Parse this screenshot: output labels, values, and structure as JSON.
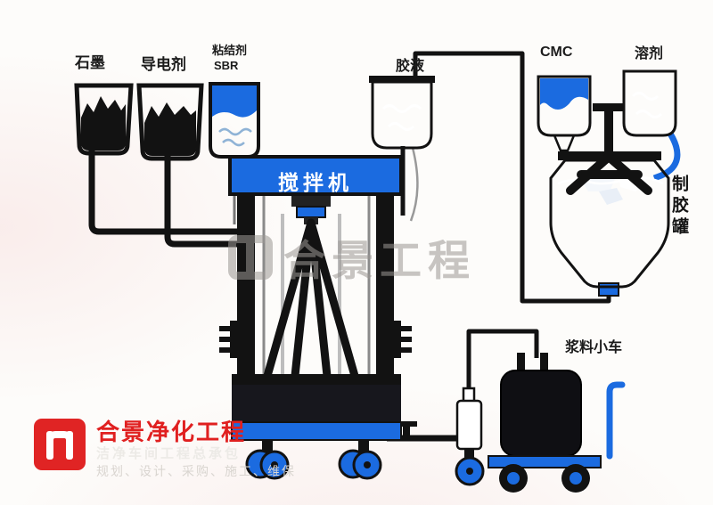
{
  "labels": {
    "graphite": "石墨",
    "conductive_agent": "导电剂",
    "binder": "粘结剂",
    "sbr": "SBR",
    "glue_liquid": "胶液",
    "cmc": "CMC",
    "solvent": "溶剂",
    "mixer": "搅拌机",
    "glue_tank": "制胶罐",
    "slurry_cart": "浆料小车"
  },
  "watermark": {
    "text": "合景工程"
  },
  "logo": {
    "title": "合景净化工程",
    "subtitle": "洁净车间工程总承包",
    "services": "规划、设计、采购、施工、维保"
  },
  "colors": {
    "blue": "#1b6be0",
    "black": "#121212",
    "brand_red": "#e02424",
    "watermark_gray": "#9b9894"
  }
}
